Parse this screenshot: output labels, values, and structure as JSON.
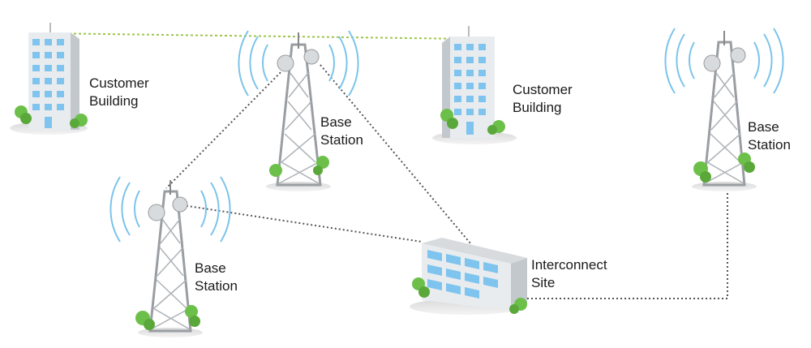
{
  "labels": {
    "customer_building_left": [
      "Customer",
      "Building"
    ],
    "base_station_center": [
      "Base",
      "Station"
    ],
    "customer_building_right": [
      "Customer",
      "Building"
    ],
    "base_station_right": [
      "Base",
      "Station"
    ],
    "base_station_left": [
      "Base",
      "Station"
    ],
    "interconnect_site": [
      "Interconnect",
      "Site"
    ]
  },
  "colors": {
    "building_wall": "#e9ecef",
    "building_side": "#c3c8cd",
    "window": "#7ec4ee",
    "tower": "#bfc3c7",
    "signal_wave": "#7bc4ea",
    "link_dotted": "#555555",
    "link_green": "#9cc64a",
    "tree": "#6cc04a"
  },
  "icons": [
    "building-icon",
    "tower-icon",
    "signal-wave-icon",
    "tree-icon",
    "antenna-dish-icon"
  ]
}
